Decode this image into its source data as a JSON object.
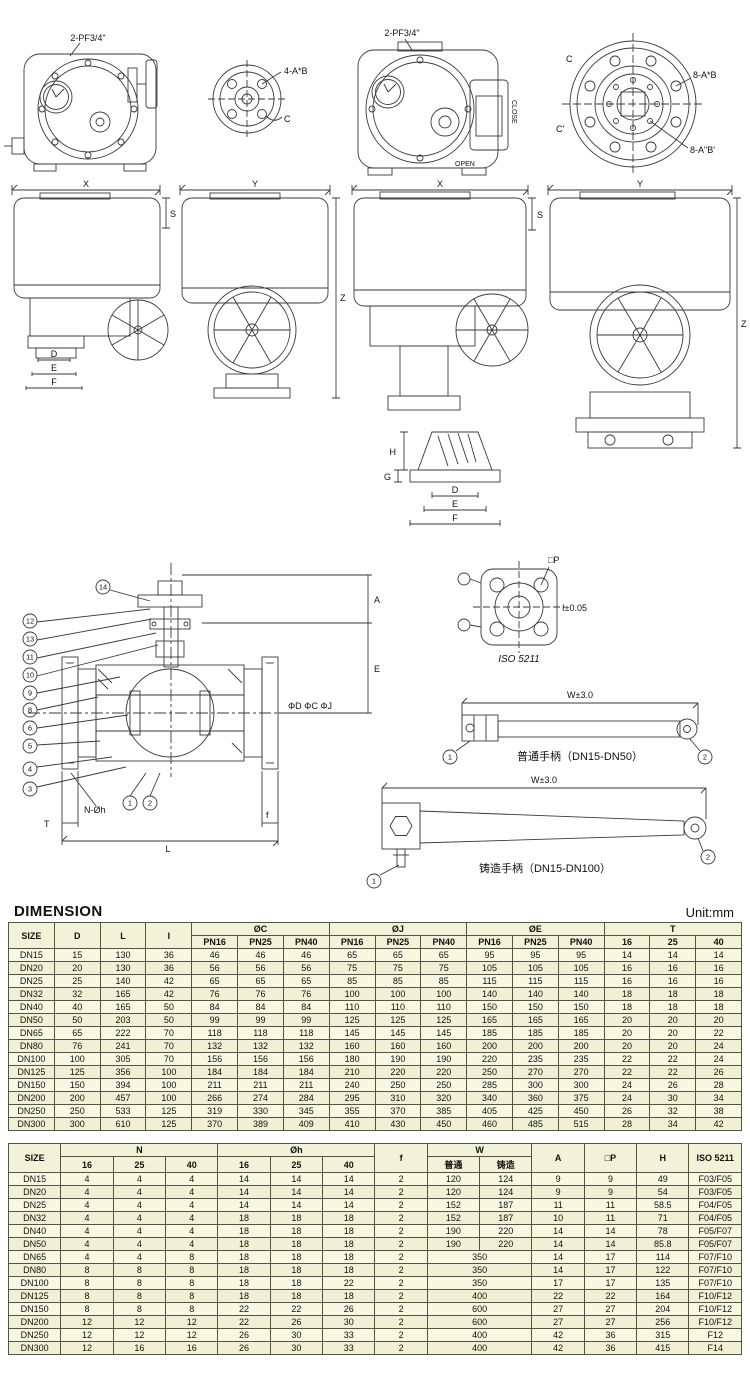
{
  "page": {
    "dimension_title": "DIMENSION",
    "unit_label": "Unit:mm"
  },
  "drawings": {
    "labels": {
      "pf34": "2-PF3/4\"",
      "four_ab": "4-A*B",
      "c": "C",
      "c_prime": "C'",
      "eight_ab": "8-A*B",
      "eight_ab_prime": "8-A\"B'",
      "open": "OPEN",
      "close": "CLOSE",
      "x": "X",
      "y": "Y",
      "z": "Z",
      "s": "S",
      "d": "D",
      "e": "E",
      "f": "F",
      "g": "G",
      "h": "H",
      "a": "A",
      "phi_dcj": "ΦD ΦC ΦJ",
      "t": "T",
      "l": "L",
      "f_small": "f",
      "n_oh": "N-Øh",
      "p_square": "□P",
      "i_tol": "I±0.05",
      "iso5211": "ISO 5211",
      "w_tol": "W±3.0",
      "handle_plain": "普通手柄（DN15-DN50）",
      "handle_cast": "铸造手柄（DN15-DN100）"
    },
    "balloons": [
      "14",
      "12",
      "13",
      "11",
      "10",
      "9",
      "8",
      "6",
      "5",
      "4",
      "3",
      "1",
      "2"
    ]
  },
  "table1": {
    "header": [
      [
        {
          "l": "SIZE",
          "rs": 2
        },
        {
          "l": "D",
          "rs": 2
        },
        {
          "l": "L",
          "rs": 2
        },
        {
          "l": "I",
          "rs": 2
        },
        {
          "l": "ØC",
          "cs": 3
        },
        {
          "l": "ØJ",
          "cs": 3
        },
        {
          "l": "ØE",
          "cs": 3
        },
        {
          "l": "T",
          "cs": 3
        }
      ],
      [
        {
          "l": "PN16"
        },
        {
          "l": "PN25"
        },
        {
          "l": "PN40"
        },
        {
          "l": "PN16"
        },
        {
          "l": "PN25"
        },
        {
          "l": "PN40"
        },
        {
          "l": "PN16"
        },
        {
          "l": "PN25"
        },
        {
          "l": "PN40"
        },
        {
          "l": "16"
        },
        {
          "l": "25"
        },
        {
          "l": "40"
        }
      ]
    ],
    "rows": [
      [
        "DN15",
        "15",
        "130",
        "36",
        "46",
        "46",
        "46",
        "65",
        "65",
        "65",
        "95",
        "95",
        "95",
        "14",
        "14",
        "14"
      ],
      [
        "DN20",
        "20",
        "130",
        "36",
        "56",
        "56",
        "56",
        "75",
        "75",
        "75",
        "105",
        "105",
        "105",
        "16",
        "16",
        "16"
      ],
      [
        "DN25",
        "25",
        "140",
        "42",
        "65",
        "65",
        "65",
        "85",
        "85",
        "85",
        "115",
        "115",
        "115",
        "16",
        "16",
        "16"
      ],
      [
        "DN32",
        "32",
        "165",
        "42",
        "76",
        "76",
        "76",
        "100",
        "100",
        "100",
        "140",
        "140",
        "140",
        "18",
        "18",
        "18"
      ],
      [
        "DN40",
        "40",
        "165",
        "50",
        "84",
        "84",
        "84",
        "110",
        "110",
        "110",
        "150",
        "150",
        "150",
        "18",
        "18",
        "18"
      ],
      [
        "DN50",
        "50",
        "203",
        "50",
        "99",
        "99",
        "99",
        "125",
        "125",
        "125",
        "165",
        "165",
        "165",
        "20",
        "20",
        "20"
      ],
      [
        "DN65",
        "65",
        "222",
        "70",
        "118",
        "118",
        "118",
        "145",
        "145",
        "145",
        "185",
        "185",
        "185",
        "20",
        "20",
        "22"
      ],
      [
        "DN80",
        "76",
        "241",
        "70",
        "132",
        "132",
        "132",
        "160",
        "160",
        "160",
        "200",
        "200",
        "200",
        "20",
        "20",
        "24"
      ],
      [
        "DN100",
        "100",
        "305",
        "70",
        "156",
        "156",
        "156",
        "180",
        "190",
        "190",
        "220",
        "235",
        "235",
        "22",
        "22",
        "24"
      ],
      [
        "DN125",
        "125",
        "356",
        "100",
        "184",
        "184",
        "184",
        "210",
        "220",
        "220",
        "250",
        "270",
        "270",
        "22",
        "22",
        "26"
      ],
      [
        "DN150",
        "150",
        "394",
        "100",
        "211",
        "211",
        "211",
        "240",
        "250",
        "250",
        "285",
        "300",
        "300",
        "24",
        "26",
        "28"
      ],
      [
        "DN200",
        "200",
        "457",
        "100",
        "266",
        "274",
        "284",
        "295",
        "310",
        "320",
        "340",
        "360",
        "375",
        "24",
        "30",
        "34"
      ],
      [
        "DN250",
        "250",
        "533",
        "125",
        "319",
        "330",
        "345",
        "355",
        "370",
        "385",
        "405",
        "425",
        "450",
        "26",
        "32",
        "38"
      ],
      [
        "DN300",
        "300",
        "610",
        "125",
        "370",
        "389",
        "409",
        "410",
        "430",
        "450",
        "460",
        "485",
        "515",
        "28",
        "34",
        "42"
      ]
    ]
  },
  "table2": {
    "header": [
      [
        {
          "l": "SIZE",
          "rs": 2
        },
        {
          "l": "N",
          "cs": 3
        },
        {
          "l": "Øh",
          "cs": 3
        },
        {
          "l": "f",
          "rs": 2
        },
        {
          "l": "W",
          "cs": 2
        },
        {
          "l": "A",
          "rs": 2
        },
        {
          "l": "□P",
          "rs": 2
        },
        {
          "l": "H",
          "rs": 2
        },
        {
          "l": "ISO 5211",
          "rs": 2
        }
      ],
      [
        {
          "l": "16"
        },
        {
          "l": "25"
        },
        {
          "l": "40"
        },
        {
          "l": "16"
        },
        {
          "l": "25"
        },
        {
          "l": "40"
        },
        {
          "l": "普通"
        },
        {
          "l": "铸造"
        }
      ]
    ],
    "rows": [
      [
        "DN15",
        "4",
        "4",
        "4",
        "14",
        "14",
        "14",
        "2",
        "120",
        "124",
        "9",
        "9",
        "49",
        "F03/F05"
      ],
      [
        "DN20",
        "4",
        "4",
        "4",
        "14",
        "14",
        "14",
        "2",
        "120",
        "124",
        "9",
        "9",
        "54",
        "F03/F05"
      ],
      [
        "DN25",
        "4",
        "4",
        "4",
        "14",
        "14",
        "14",
        "2",
        "152",
        "187",
        "11",
        "11",
        "58.5",
        "F04/F05"
      ],
      [
        "DN32",
        "4",
        "4",
        "4",
        "18",
        "18",
        "18",
        "2",
        "152",
        "187",
        "10",
        "11",
        "71",
        "F04/F05"
      ],
      [
        "DN40",
        "4",
        "4",
        "4",
        "18",
        "18",
        "18",
        "2",
        "190",
        "220",
        "14",
        "14",
        "78",
        "F05/F07"
      ],
      [
        "DN50",
        "4",
        "4",
        "4",
        "18",
        "18",
        "18",
        "2",
        "190",
        "220",
        "14",
        "14",
        "85.8",
        "F05/F07"
      ],
      [
        "DN65",
        "4",
        "4",
        "8",
        "18",
        "18",
        "18",
        "2",
        {
          "v": "350",
          "cs": 2
        },
        "14",
        "17",
        "114",
        "F07/F10"
      ],
      [
        "DN80",
        "8",
        "8",
        "8",
        "18",
        "18",
        "18",
        "2",
        {
          "v": "350",
          "cs": 2
        },
        "14",
        "17",
        "122",
        "F07/F10"
      ],
      [
        "DN100",
        "8",
        "8",
        "8",
        "18",
        "18",
        "22",
        "2",
        {
          "v": "350",
          "cs": 2
        },
        "17",
        "17",
        "135",
        "F07/F10"
      ],
      [
        "DN125",
        "8",
        "8",
        "8",
        "18",
        "18",
        "18",
        "2",
        {
          "v": "400",
          "cs": 2
        },
        "22",
        "22",
        "164",
        "F10/F12"
      ],
      [
        "DN150",
        "8",
        "8",
        "8",
        "22",
        "22",
        "26",
        "2",
        {
          "v": "600",
          "cs": 2
        },
        "27",
        "27",
        "204",
        "F10/F12"
      ],
      [
        "DN200",
        "12",
        "12",
        "12",
        "22",
        "26",
        "30",
        "2",
        {
          "v": "600",
          "cs": 2
        },
        "27",
        "27",
        "256",
        "F10/F12"
      ],
      [
        "DN250",
        "12",
        "12",
        "12",
        "26",
        "30",
        "33",
        "2",
        {
          "v": "400",
          "cs": 2
        },
        "42",
        "36",
        "315",
        "F12"
      ],
      [
        "DN300",
        "12",
        "16",
        "16",
        "26",
        "30",
        "33",
        "2",
        {
          "v": "400",
          "cs": 2
        },
        "42",
        "36",
        "415",
        "F14"
      ]
    ]
  }
}
